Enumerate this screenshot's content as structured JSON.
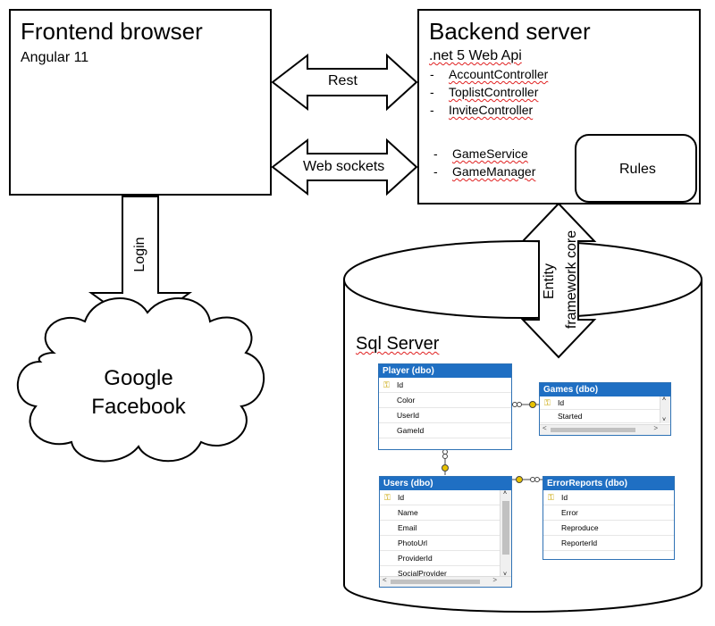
{
  "frontend": {
    "title": "Frontend browser",
    "subtitle": "Angular 11"
  },
  "backend": {
    "title": "Backend server",
    "subtitle": ".net 5 Web Api",
    "controllers": [
      "AccountController",
      "ToplistController",
      "InviteController"
    ],
    "services": [
      "GameService",
      "GameManager"
    ],
    "rules": "Rules"
  },
  "arrows": {
    "rest": "Rest",
    "websockets": "Web sockets",
    "login": "Login",
    "entity": "Entity",
    "framework": "framework core"
  },
  "bullet": "-",
  "cloud": {
    "line1": "Google",
    "line2": "Facebook"
  },
  "database": {
    "title": "Sql Server",
    "tables": {
      "player": {
        "header": "Player (dbo)",
        "columns": [
          "Id",
          "Color",
          "UserId",
          "GameId"
        ]
      },
      "games": {
        "header": "Games (dbo)",
        "columns": [
          "Id",
          "Started"
        ]
      },
      "users": {
        "header": "Users (dbo)",
        "columns": [
          "Id",
          "Name",
          "Email",
          "PhotoUrl",
          "ProviderId",
          "SocialProvider"
        ]
      },
      "errors": {
        "header": "ErrorReports (dbo)",
        "columns": [
          "Id",
          "Error",
          "Reproduce",
          "ReporterId"
        ]
      }
    }
  },
  "icons": {
    "key": "key-icon"
  }
}
